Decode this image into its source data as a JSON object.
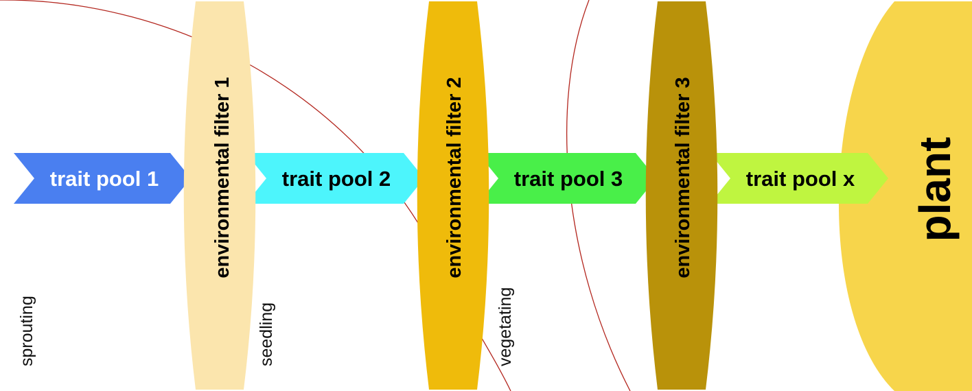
{
  "diagram": {
    "pools": [
      {
        "label": "trait pool 1",
        "color": "#4a7ff0",
        "text_color": "#ffffff"
      },
      {
        "label": "trait pool 2",
        "color": "#4df5fc",
        "text_color": "#000000"
      },
      {
        "label": "trait pool 3",
        "color": "#49ef49",
        "text_color": "#000000"
      },
      {
        "label": "trait pool x",
        "color": "#bff540",
        "text_color": "#000000"
      }
    ],
    "filters": [
      {
        "label": "environmental filter 1",
        "color": "#fbe5ad"
      },
      {
        "label": "environmental filter 2",
        "color": "#efbb0b"
      },
      {
        "label": "environmental filter 3",
        "color": "#b9920a"
      }
    ],
    "stages": [
      {
        "label": "sprouting"
      },
      {
        "label": "seedling"
      },
      {
        "label": "vegetating"
      }
    ],
    "plant": {
      "label": "plant",
      "color": "#f7d54b"
    },
    "arc_color": "#b3261e"
  }
}
